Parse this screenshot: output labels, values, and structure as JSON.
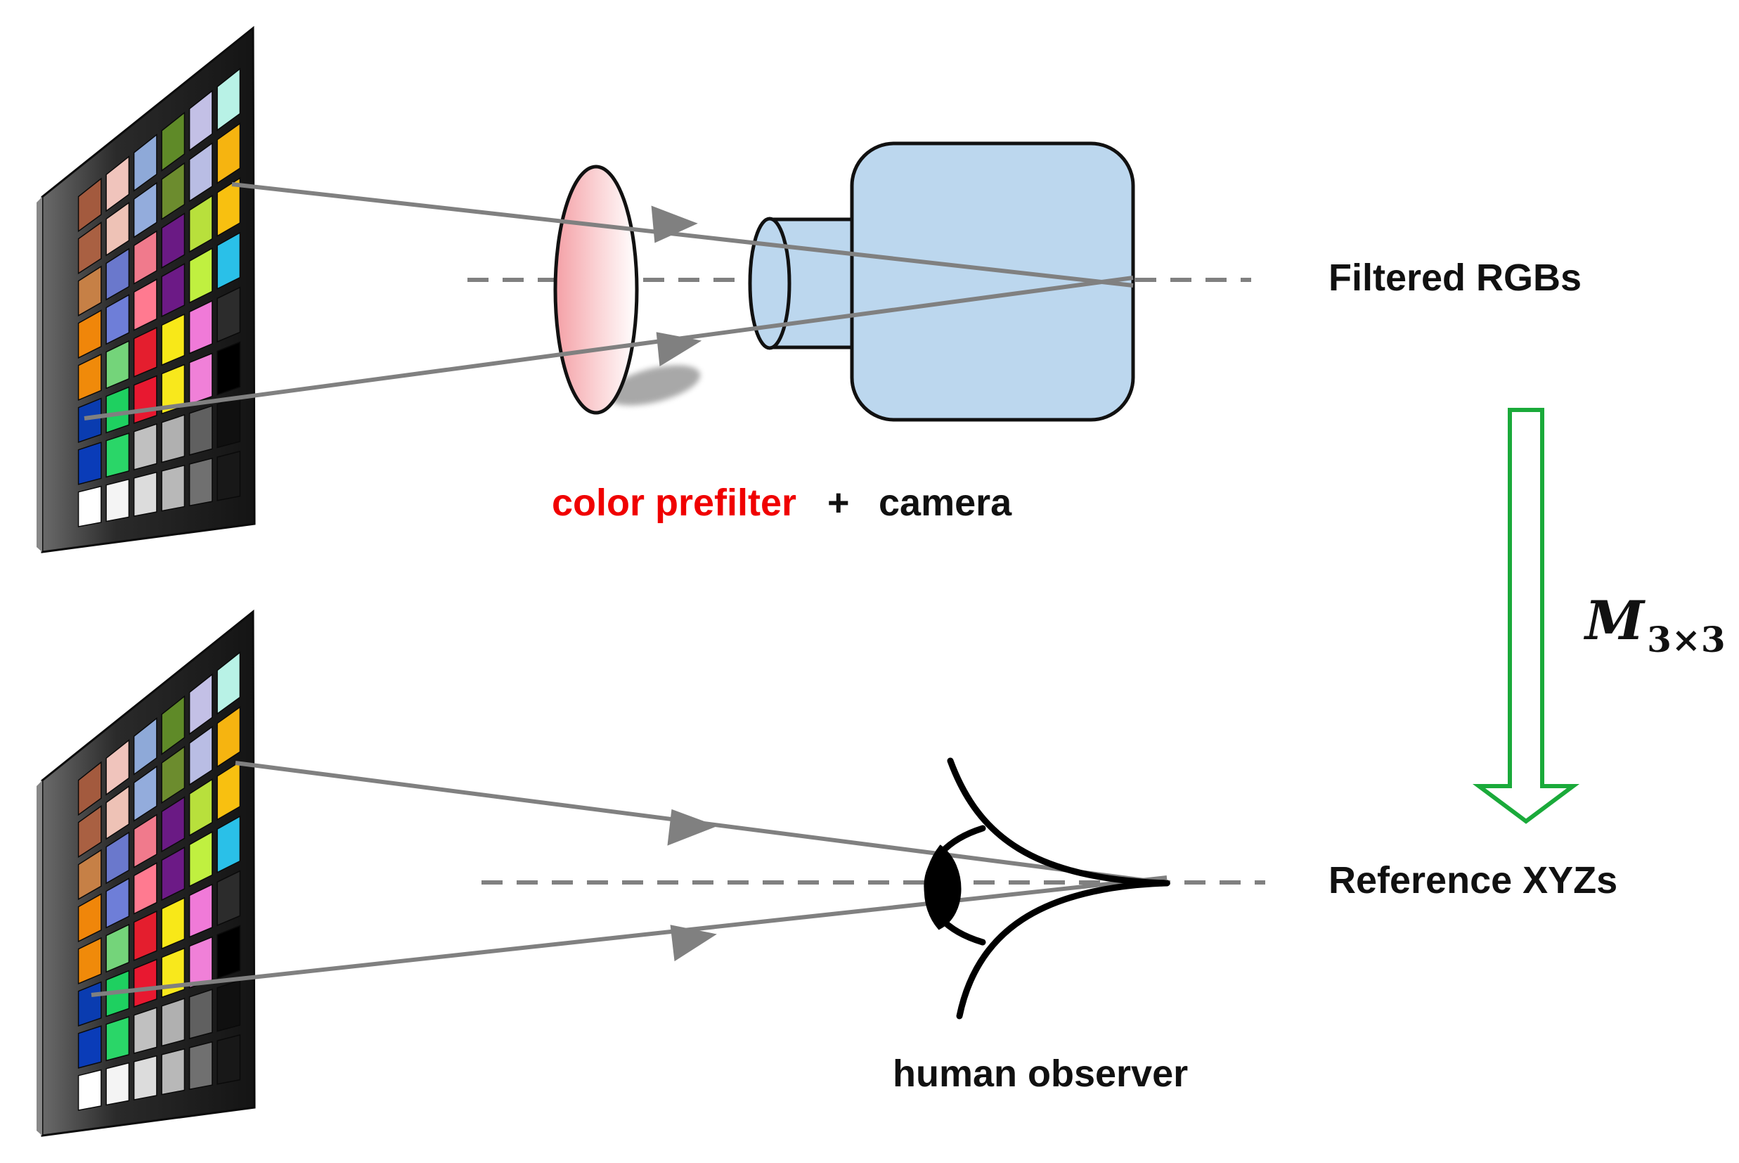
{
  "labels": {
    "filtered": "Filtered RGBs",
    "reference": "Reference XYZs",
    "prefilter": "color prefilter",
    "plus": "+",
    "camera": "camera",
    "observer": "human observer",
    "matrix_symbol": "M",
    "matrix_subscript": "3×3"
  },
  "colors": {
    "prefilter_text": "#f00000",
    "arrow_green": "#1aaa3a",
    "ray_gray": "#808080",
    "camera_fill": "#bcd7ee",
    "lens_fill": "#f6b2b6",
    "chart_frame": "#1e1e1e"
  },
  "color_checker": {
    "patches": [
      [
        "#a35a3e",
        "#f0c4bc",
        "#8ea9d8",
        "#5f8a28",
        "#c3c0e6",
        "#b8f2e6"
      ],
      [
        "#a96042",
        "#eec2b6",
        "#93acdc",
        "#6c8c2e",
        "#b9bde4",
        "#f6b410"
      ],
      [
        "#c68046",
        "#6a78cc",
        "#f07a8c",
        "#6a1a84",
        "#b8e03c",
        "#f8c010"
      ],
      [
        "#f0860a",
        "#6e7ed8",
        "#ff7a90",
        "#6c1a86",
        "#c0f040",
        "#2ac0e8"
      ],
      [
        "#f08a0a",
        "#74d47a",
        "#e41e2e",
        "#f8e818",
        "#f07ad8",
        "#2c2c2c"
      ],
      [
        "#0a3cb0",
        "#1ed060",
        "#e81830",
        "#f8e81c",
        "#f080d8",
        "#000000"
      ],
      [
        "#0a3cb8",
        "#2ad668",
        "#c0c0c0",
        "#b0b0b0",
        "#606060",
        "#101010"
      ],
      [
        "#ffffff",
        "#f4f4f4",
        "#dcdcdc",
        "#b8b8b8",
        "#707070",
        "#181818"
      ]
    ]
  }
}
